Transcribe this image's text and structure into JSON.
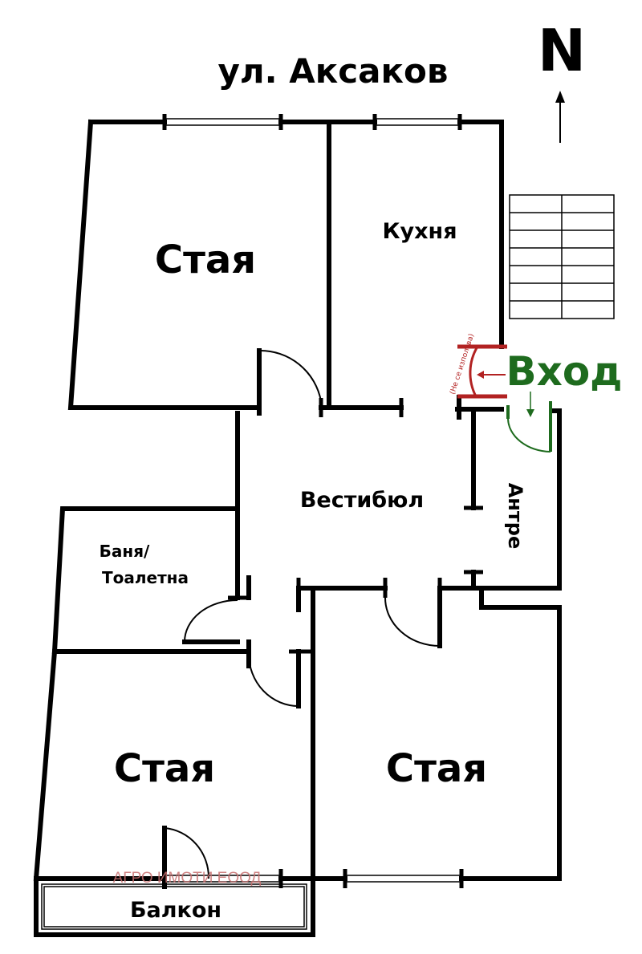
{
  "street": "ул. Аксаков",
  "north": "N",
  "rooms": {
    "room_top_left": "Стая",
    "kitchen": "Кухня",
    "vestibule": "Вестибюл",
    "antre": "Антре",
    "bathroom_line1": "Баня/",
    "bathroom_line2": "Тоалетна",
    "room_bottom_left": "Стая",
    "room_bottom_right": "Стая",
    "balcony": "Балкон"
  },
  "entrance": "Вход",
  "unused_door_note": "(Не се използва)",
  "watermark": "АГРО ИМОТИ ЕООД",
  "colors": {
    "entrance": "#1e6b1e",
    "unused": "#b22222",
    "watermark": "#c87070"
  }
}
